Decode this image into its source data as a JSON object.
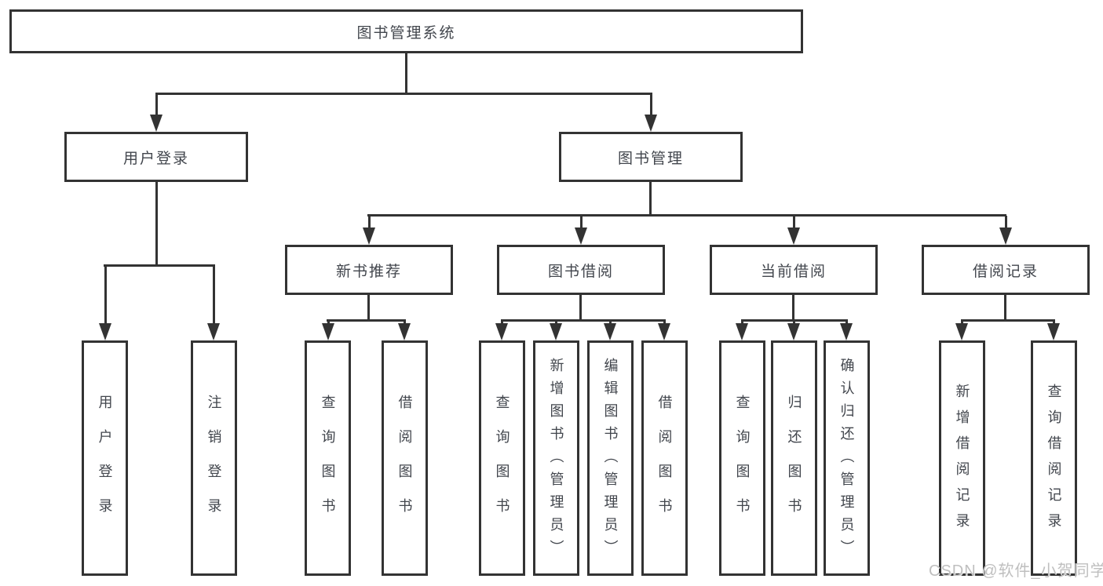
{
  "diagram": {
    "type": "hierarchy-tree",
    "nodes": {
      "root": {
        "label": "图书管理系统"
      },
      "user_login": {
        "label": "用户登录"
      },
      "book_management": {
        "label": "图书管理"
      },
      "new_book_recommend": {
        "label": "新书推荐"
      },
      "book_borrowing": {
        "label": "图书借阅"
      },
      "current_borrowing": {
        "label": "当前借阅"
      },
      "borrowing_records": {
        "label": "借阅记录"
      },
      "leaf_user_login": {
        "label": "用户登录"
      },
      "leaf_logout": {
        "label": "注销登录"
      },
      "leaf_query_books_recommend": {
        "label": "查询图书"
      },
      "leaf_borrow_books_recommend": {
        "label": "借阅图书"
      },
      "leaf_query_books_borrowing": {
        "label": "查询图书"
      },
      "leaf_add_books_admin": {
        "label": "新增图书（管理员）"
      },
      "leaf_edit_books_admin": {
        "label": "编辑图书（管理员）"
      },
      "leaf_borrow_books_borrowing": {
        "label": "借阅图书"
      },
      "leaf_query_books_current": {
        "label": "查询图书"
      },
      "leaf_return_books": {
        "label": "归还图书"
      },
      "leaf_confirm_return_admin": {
        "label": "确认归还（管理员）"
      },
      "leaf_add_borrow_record": {
        "label": "新增借阅记录"
      },
      "leaf_query_borrow_record": {
        "label": "查询借阅记录"
      }
    },
    "edges": [
      [
        "root",
        "user_login"
      ],
      [
        "root",
        "book_management"
      ],
      [
        "user_login",
        "leaf_user_login"
      ],
      [
        "user_login",
        "leaf_logout"
      ],
      [
        "book_management",
        "new_book_recommend"
      ],
      [
        "book_management",
        "book_borrowing"
      ],
      [
        "book_management",
        "current_borrowing"
      ],
      [
        "book_management",
        "borrowing_records"
      ],
      [
        "new_book_recommend",
        "leaf_query_books_recommend"
      ],
      [
        "new_book_recommend",
        "leaf_borrow_books_recommend"
      ],
      [
        "book_borrowing",
        "leaf_query_books_borrowing"
      ],
      [
        "book_borrowing",
        "leaf_add_books_admin"
      ],
      [
        "book_borrowing",
        "leaf_edit_books_admin"
      ],
      [
        "book_borrowing",
        "leaf_borrow_books_borrowing"
      ],
      [
        "current_borrowing",
        "leaf_query_books_current"
      ],
      [
        "current_borrowing",
        "leaf_return_books"
      ],
      [
        "current_borrowing",
        "leaf_confirm_return_admin"
      ],
      [
        "borrowing_records",
        "leaf_add_borrow_record"
      ],
      [
        "borrowing_records",
        "leaf_query_borrow_record"
      ]
    ],
    "colors": {
      "line": "#333333",
      "box_border": "#333333",
      "box_fill": "#ffffff",
      "text": "#42464d",
      "watermark": "#bfbfbf"
    }
  },
  "watermark": {
    "text": "CSDN @软件_小贺同学"
  }
}
